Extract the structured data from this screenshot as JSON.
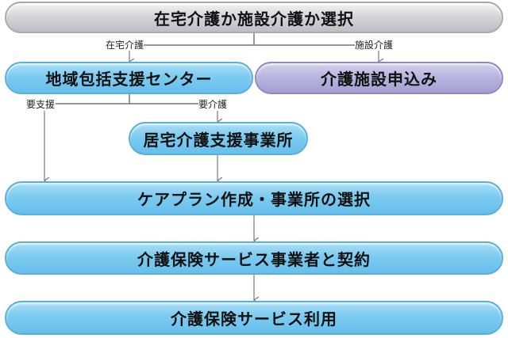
{
  "nodes": {
    "choice": "在宅介護か施設介護か選択",
    "community_center": "地域包括支援センター",
    "facility_application": "介護施設申込み",
    "home_care_office": "居宅介護支援事業所",
    "care_plan": "ケアプラン作成・事業所の選択",
    "contract": "介護保険サービス事業者と契約",
    "service_use": "介護保険サービス利用"
  },
  "edge_labels": {
    "home_care": "在宅介護",
    "facility_care": "施設介護",
    "support_needed": "要支援",
    "care_needed": "要介護"
  },
  "colors": {
    "gray_node": "#cfcfd4",
    "blue_node": "#7ccbf0",
    "purple_node": "#b6b3de",
    "connector": "#777777"
  }
}
